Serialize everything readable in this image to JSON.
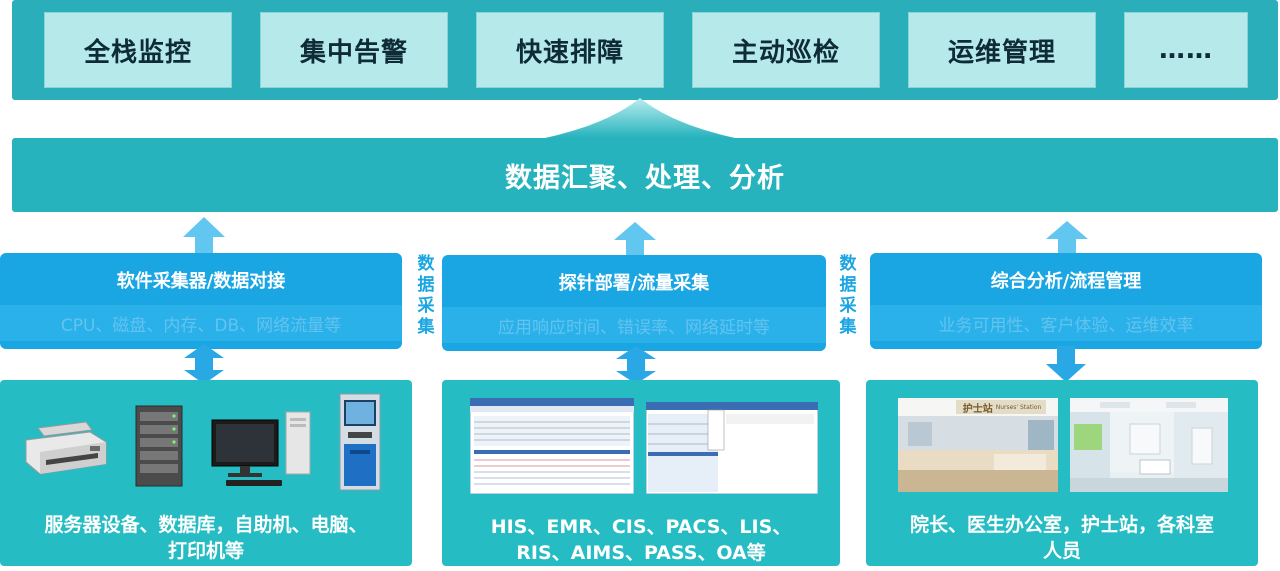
{
  "capabilities": [
    "全栈监控",
    "集中告警",
    "快速排障",
    "主动巡检",
    "运维管理",
    "……"
  ],
  "processing": "数据汇聚、处理、分析",
  "collect_label": [
    "数",
    "据",
    "采",
    "集"
  ],
  "methods": [
    {
      "title": "软件采集器/数据对接",
      "metrics": "CPU、磁盘、内存、DB、网络流量等"
    },
    {
      "title": "探针部署/流量采集",
      "metrics": "应用响应时间、错误率、网络延时等"
    },
    {
      "title": "综合分析/流程管理",
      "metrics": "业务可用性、客户体验、运维效率"
    }
  ],
  "sources": [
    {
      "line1": "服务器设备、数据库，自助机、电脑、",
      "line2": "打印机等"
    },
    {
      "line1": "HIS、EMR、CIS、PACS、LIS、",
      "line2": "RIS、AIMS、PASS、OA等"
    },
    {
      "line1": "院长、医生办公室，护士站，各科室",
      "line2": "人员"
    }
  ],
  "photo_sign": "护士站",
  "photo_sign_en": "Nurses' Station",
  "colors": {
    "teal": "#26b3bd",
    "blue": "#1aa5e3",
    "arrow": "#5fc8f0"
  }
}
